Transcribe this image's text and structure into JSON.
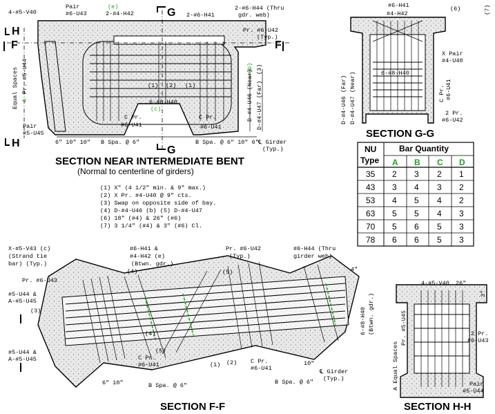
{
  "main_section": {
    "title": "SECTION NEAR INTERMEDIATE BENT",
    "subtitle": "(Normal to centerline of girders)",
    "callouts": {
      "v40": "4-#5-V40",
      "pair_u43": "Pair",
      "pair_u43b": "#6-U43",
      "e_tag": "(e)",
      "h42": "2-#4-H42",
      "h41": "2-#6-H41",
      "h44": "2-#6-H44 (Thru",
      "h44b": "gdr. web)",
      "u42": "Pr. #6-U42",
      "u42b": "(Typ.)",
      "equal_spaces": "Equal Spaces",
      "a_tag": "A",
      "pr_u44": "Pr. #5-U44",
      "dim1": "(1)",
      "dim2": "(2)",
      "dim1b": "(1)",
      "h40": "6-#8-H40",
      "c_tag": "(c)",
      "u46": "D-#4-U46 (Near)",
      "b_tag": "(b)",
      "u47": "D-#4-U47 (Far)",
      "u47_3": "(3)",
      "pair_u45": "Pair",
      "pair_u45b": "#5-U45",
      "c_pr": "C Pr.",
      "u41": "#6-U41",
      "c_pr2": "C Pr.",
      "u41b": "#6-U41",
      "dims_bottom": "6\"  10\"  10\"",
      "b_spa": "B Spa. @ 6\"",
      "b_spa2": "B Spa. @ 6\"  10\"  6\"",
      "girder": "℄ Girder",
      "girder_typ": "(Typ.)",
      "cut_H": "H",
      "cut_G": "G",
      "cut_F": "F"
    }
  },
  "section_gg": {
    "title": "SECTION G-G",
    "callouts": {
      "h41": "#6-H41",
      "h42": "#4-H42",
      "dim6": "(6)",
      "dim7": "(7)",
      "x_pair": "X Pair",
      "u40": "#4-U40",
      "h40": "6-#8-H40",
      "u46": "D-#4-U46 (Far)",
      "u47": "D-#4-U47 (Near)",
      "c_pr": "C Pr.",
      "u41": "#6-U41",
      "two_pr": "2 Pr.",
      "u42": "#6-U42"
    }
  },
  "notes": [
    "(1) X\" (4 1/2\" min. & 9\" max.)",
    "(2) X Pr. #4-U40 @ 9\" cts.",
    "(3) Swap on opposite side of bay.",
    "(4) D-#4-U46 (b) (5) D-#4-U47",
    "(6) 18\" (#4) & 26\" (#6)",
    "(7) 3 1/4\" (#4) & 3\" (#6) Cl."
  ],
  "bar_table": {
    "col_nu": "NU",
    "col_type": "Type",
    "group_header": "Bar Quantity",
    "letters": [
      "A",
      "B",
      "C",
      "D"
    ],
    "rows": [
      {
        "type": "35",
        "a": "2",
        "b": "3",
        "c": "2",
        "d": "1"
      },
      {
        "type": "43",
        "a": "3",
        "b": "4",
        "c": "3",
        "d": "2"
      },
      {
        "type": "53",
        "a": "4",
        "b": "5",
        "c": "4",
        "d": "2"
      },
      {
        "type": "63",
        "a": "5",
        "b": "5",
        "c": "4",
        "d": "3"
      },
      {
        "type": "70",
        "a": "5",
        "b": "6",
        "c": "5",
        "d": "3"
      },
      {
        "type": "78",
        "a": "6",
        "b": "6",
        "c": "5",
        "d": "3"
      }
    ]
  },
  "section_ff": {
    "title": "SECTION F-F",
    "callouts": {
      "v43": "X-#5-V43 (c)",
      "strand": "(Strand tie",
      "strand2": "bar) (Typ.)",
      "pr_u43": "Pr. #6-U43",
      "u44": "#5-U44 &",
      "u45": "A-#5-U45",
      "u44b": "#5-U44 &",
      "u45b": "A-#5-U45",
      "h41": "#6-H41 &",
      "h42": "#4-H42 (e)",
      "btwn": "(Btwn. gdr.)",
      "pr_u42": "Pr. #6-U42",
      "typ": "(Typ.)",
      "h44": "#6-H44 (Thru",
      "h44b": "girder web)",
      "dim4": "(4)",
      "dim5": "(5)",
      "dim4b": "(4)",
      "dim5b": "(5)",
      "h40": "6-#8-H40",
      "btwn2": "(Btwn. gdr.)",
      "c_pr": "C Pr.",
      "u41": "#6-U41",
      "c_pr2": "C Pr.",
      "u41b": "#6-U41",
      "dims": "6\"  10\"",
      "b_spa": "B Spa. @ 6\"",
      "b_spa2": "B Spa. @ 6\"",
      "dims2": "10\"",
      "girder": "℄ Girder",
      "girder_typ": "(Typ.)",
      "dim1": "(1)",
      "dim2": "(2)",
      "dim4in": "4\"",
      "dim3": "(3)"
    }
  },
  "section_hh": {
    "title": "SECTION H-H",
    "callouts": {
      "v40": "4-#5-V40",
      "dim26": "26\"",
      "dim3": "3\"",
      "u45": "Pr. #5-U45",
      "two_pr": "2 Pr.",
      "u43": "#6-U43",
      "equal": "A Equal Spaces",
      "pair": "Pair",
      "u44": "#5-U44"
    }
  }
}
